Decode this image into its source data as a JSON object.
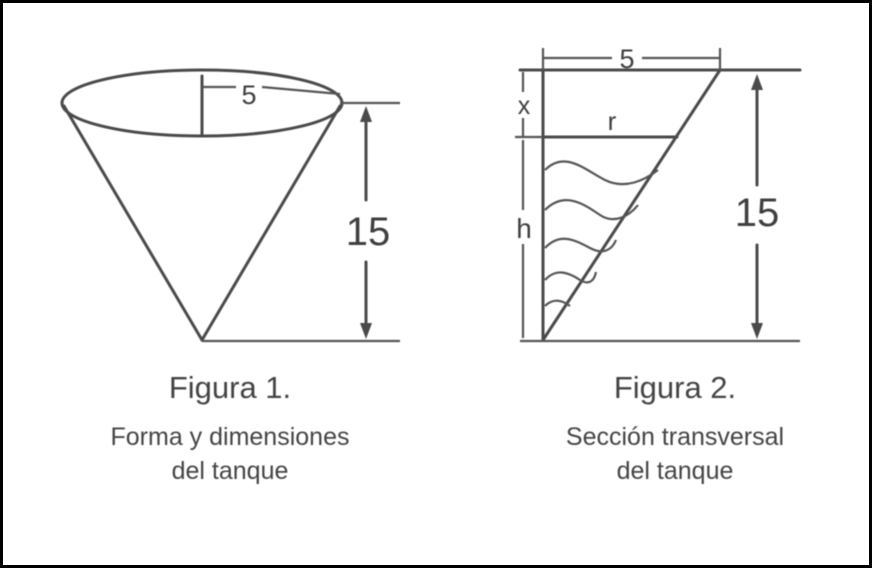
{
  "figure1": {
    "radius_label": "5",
    "height_label": "15",
    "title": "Figura 1.",
    "caption_line1": "Forma y dimensiones",
    "caption_line2": "del tanque"
  },
  "figure2": {
    "top_label": "5",
    "x_label": "x",
    "r_label": "r",
    "h_label": "h",
    "height_label": "15",
    "title": "Figura 2.",
    "caption_line1": "Sección transversal",
    "caption_line2": "del tanque"
  }
}
